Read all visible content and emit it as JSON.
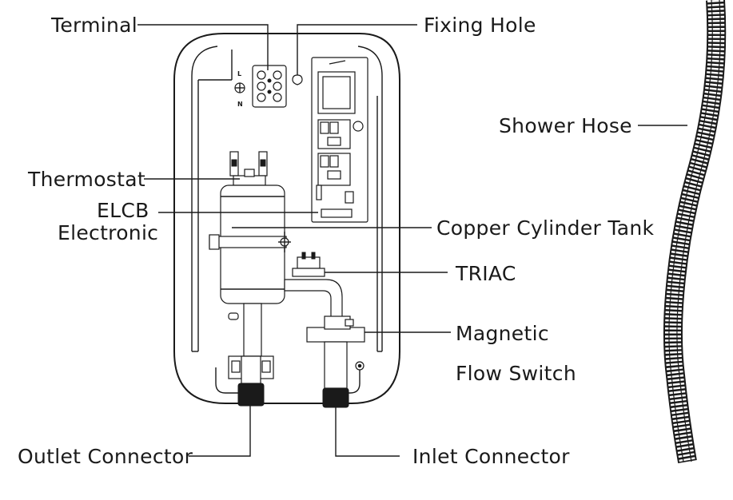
{
  "labels": {
    "terminal": "Terminal",
    "fixing_hole": "Fixing Hole",
    "shower_hose": "Shower Hose",
    "thermostat": "Thermostat",
    "elcb_line1": "ELCB",
    "elcb_line2": "Electronic",
    "copper_tank": "Copper Cylinder Tank",
    "triac": "TRIAC",
    "magnetic_line1": "Magnetic",
    "magnetic_line2": "Flow Switch",
    "outlet_connector": "Outlet Connector",
    "inlet_connector": "Inlet Connector",
    "terminal_l": "L",
    "terminal_n": "N"
  }
}
